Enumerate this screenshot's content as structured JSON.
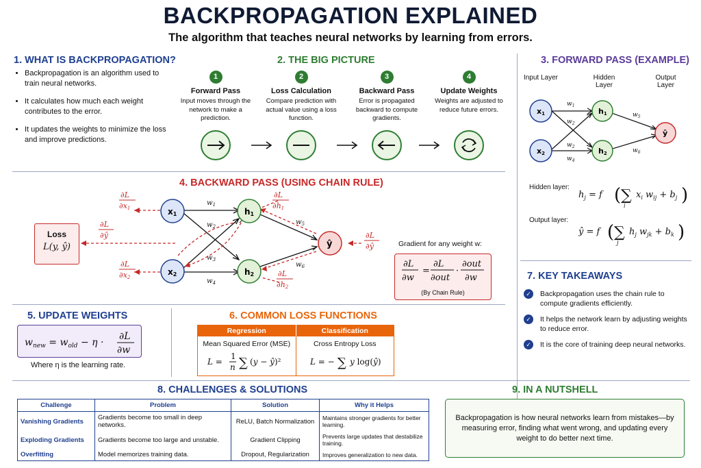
{
  "header": {
    "title": "BACKPROPAGATION EXPLAINED",
    "subtitle": "The algorithm that teaches neural networks by learning from errors."
  },
  "section1": {
    "title": "1. WHAT IS BACKPROPAGATION?",
    "bullets": [
      "Backpropagation is an algorithm used to train neural networks.",
      "It calculates how much each weight contributes to the error.",
      "It updates the weights to minimize the loss and improve predictions."
    ]
  },
  "section2": {
    "title": "2. THE BIG PICTURE",
    "steps": [
      {
        "num": "1",
        "title": "Forward Pass",
        "desc": "Input moves through the network to make a prediction.",
        "icon": "arrow-right-icon"
      },
      {
        "num": "2",
        "title": "Loss Calculation",
        "desc": "Compare prediction with actual value using a loss function.",
        "icon": "minus-icon"
      },
      {
        "num": "3",
        "title": "Backward Pass",
        "desc": "Error is propagated backward to compute gradients.",
        "icon": "arrow-left-icon"
      },
      {
        "num": "4",
        "title": "Update Weights",
        "desc": "Weights are adjusted to reduce future errors.",
        "icon": "refresh-icon"
      }
    ]
  },
  "section3": {
    "title": "3. FORWARD PASS (EXAMPLE)",
    "layer_input": "Input Layer",
    "layer_hidden": "Hidden Layer",
    "layer_output": "Output Layer",
    "hidden_label": "Hidden layer:",
    "output_label": "Output layer:"
  },
  "section4": {
    "title": "4. BACKWARD PASS (USING CHAIN RULE)",
    "loss_label": "Loss",
    "gradient_label": "Gradient for any weight w:",
    "chain_rule_note": "(By Chain Rule)"
  },
  "section5": {
    "title": "5. UPDATE WEIGHTS",
    "note": "Where η is the learning rate."
  },
  "section6": {
    "title": "6. COMMON LOSS FUNCTIONS",
    "col1_header": "Regression",
    "col2_header": "Classification",
    "col1_name": "Mean Squared Error (MSE)",
    "col2_name": "Cross Entropy Loss"
  },
  "section7": {
    "title": "7. KEY TAKEAWAYS",
    "items": [
      "Backpropagation uses the chain rule to compute gradients efficiently.",
      "It helps the network learn by adjusting weights to reduce error.",
      "It is the core of training deep neural networks."
    ]
  },
  "section8": {
    "title": "8. CHALLENGES & SOLUTIONS",
    "headers": [
      "Challenge",
      "Problem",
      "Solution",
      "Why it Helps"
    ],
    "rows": [
      [
        "Vanishing Gradients",
        "Gradients become too small in deep networks.",
        "ReLU, Batch Normalization",
        "Maintains stronger gradients for better learning."
      ],
      [
        "Exploding Gradients",
        "Gradients become too large and unstable.",
        "Gradient Clipping",
        "Prevents large updates that destabilize training."
      ],
      [
        "Overfitting",
        "Model memorizes training data.",
        "Dropout, Regularization",
        "Improves generalization to new data."
      ]
    ]
  },
  "section9": {
    "title": "9. IN A NUTSHELL",
    "text": "Backpropagation is how neural networks learn from mistakes—by measuring error, finding what went wrong, and updating every weight to do better next time."
  },
  "colors": {
    "navy": "#1f3f8f",
    "green": "#2e7d32",
    "red": "#c62828",
    "purple": "#5b3c99",
    "orange": "#e8650b",
    "input_node": "#dce6f8",
    "hidden_node": "#e3f1d8",
    "output_node": "#f8d7d7"
  }
}
